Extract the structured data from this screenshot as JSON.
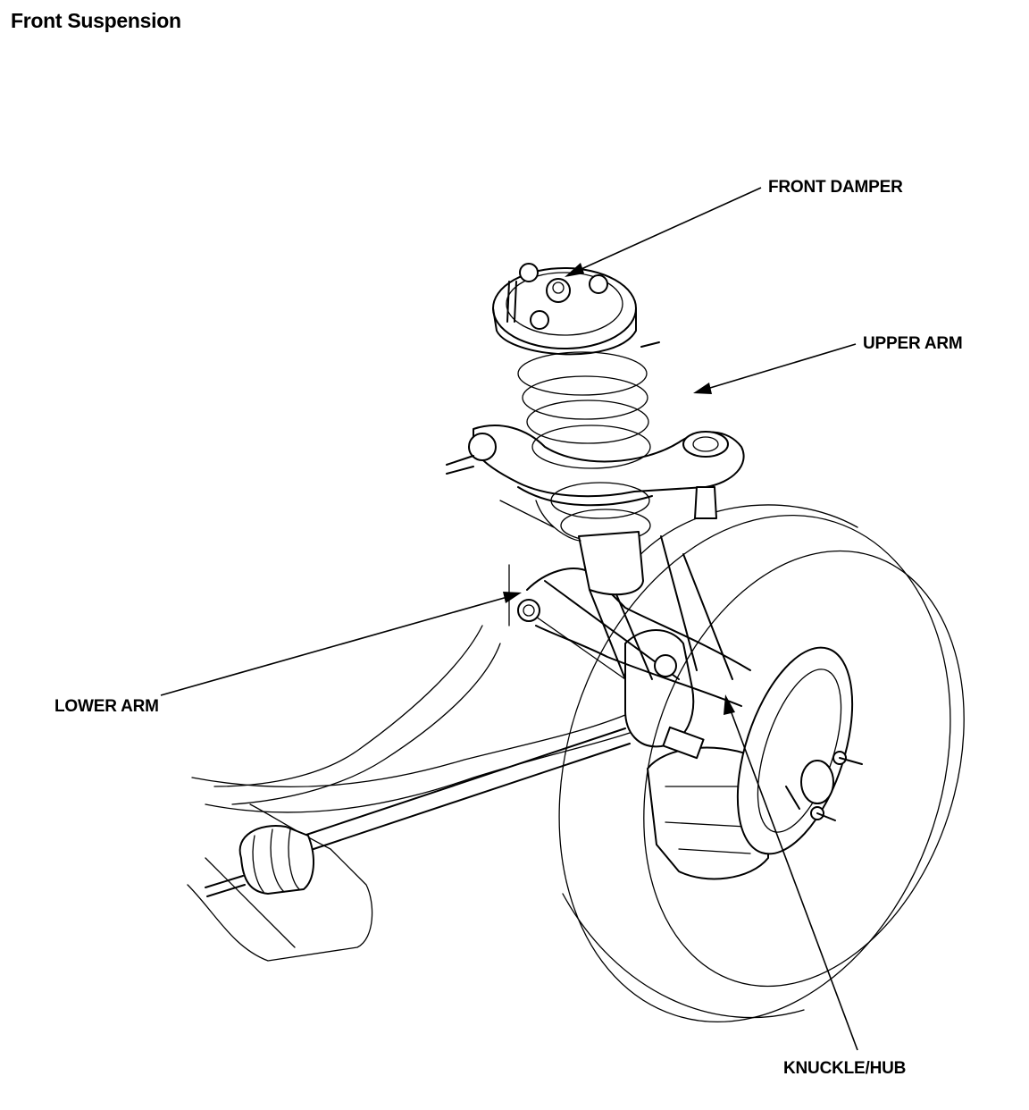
{
  "title": "Front Suspension",
  "labels": {
    "front_damper": "FRONT DAMPER",
    "upper_arm": "UPPER ARM",
    "lower_arm": "LOWER ARM",
    "knuckle_hub": "KNUCKLE/HUB"
  }
}
